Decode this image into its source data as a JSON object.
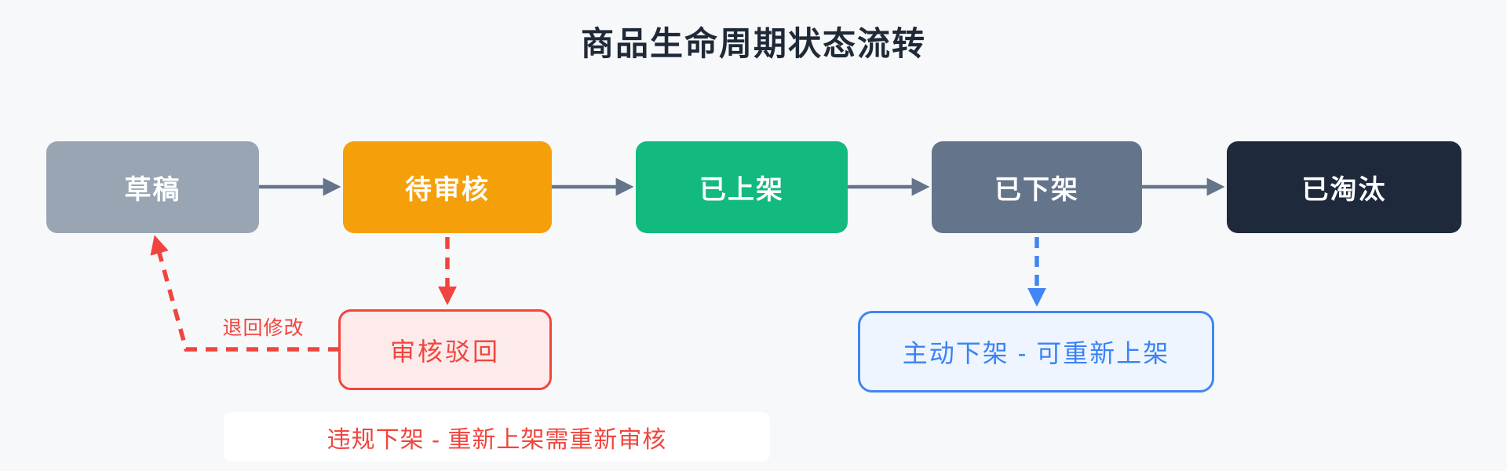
{
  "title": "商品生命周期状态流转",
  "nodes": [
    {
      "id": "draft",
      "label": "草稿",
      "color": "#9aa5b4"
    },
    {
      "id": "pending",
      "label": "待审核",
      "color": "#f5a00b"
    },
    {
      "id": "onshelf",
      "label": "已上架",
      "color": "#12ba7f"
    },
    {
      "id": "offshelf",
      "label": "已下架",
      "color": "#64748b"
    },
    {
      "id": "retired",
      "label": "已淘汰",
      "color": "#1e293b"
    }
  ],
  "annotations": {
    "reject_box_label": "审核驳回",
    "return_edge_label": "退回修改",
    "manual_offshelf_label": "主动下架 - 可重新上架",
    "violation_note": "违规下架 - 重新上架需重新审核"
  },
  "colors": {
    "background": "#f7f8fa",
    "title_text": "#1f2937",
    "flow_arrow": "#64748b",
    "danger": "#f0453e",
    "danger_bg": "#fdeaea",
    "info": "#3b82f6",
    "info_border": "#4285f4",
    "info_bg": "#eef5ff",
    "note_bg": "#ffffff"
  },
  "diagram": {
    "type": "state-flow",
    "main_flow": [
      "草稿",
      "待审核",
      "已上架",
      "已下架",
      "已淘汰"
    ],
    "side_edges": [
      {
        "from": "待审核",
        "to": "审核驳回",
        "style": "dashed-red"
      },
      {
        "from": "审核驳回",
        "to": "草稿",
        "label": "退回修改",
        "style": "dashed-red"
      },
      {
        "from": "已下架",
        "to": "主动下架 - 可重新上架",
        "style": "dashed-blue"
      }
    ]
  }
}
